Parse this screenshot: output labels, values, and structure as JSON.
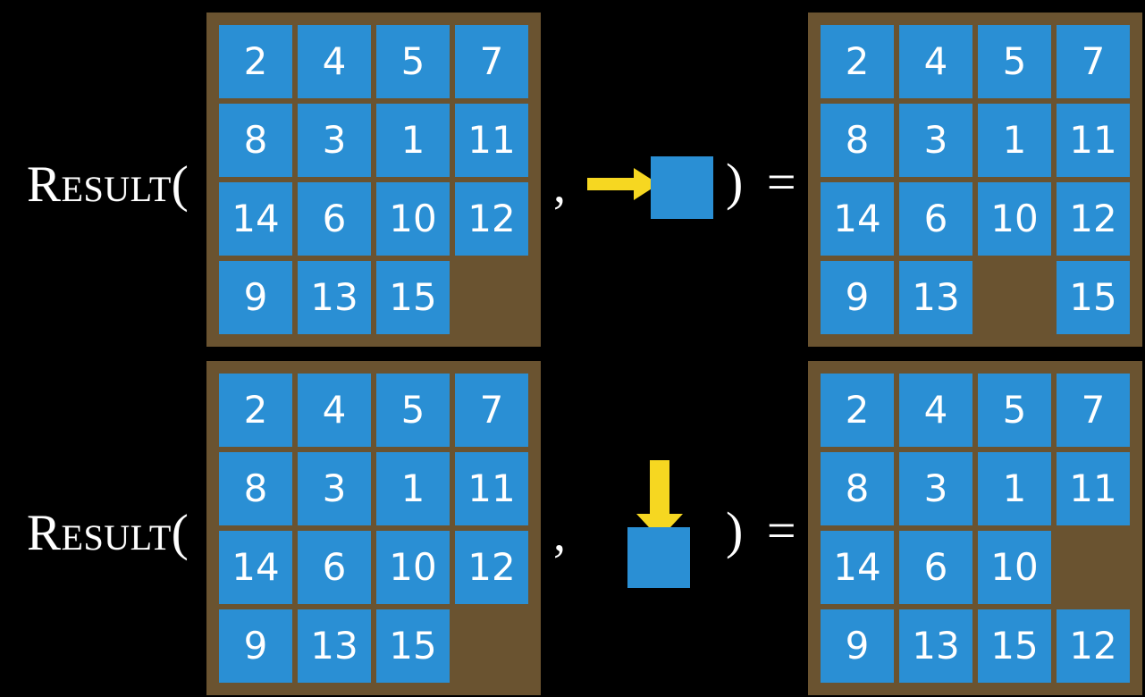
{
  "page": {
    "background_color": "#000000",
    "board_color": "#6A5330",
    "tile_color": "#2A8FD4",
    "tile_text_color": "#FFFFFF",
    "arrow_color": "#F6D721",
    "label_color": "#FFFFFF"
  },
  "rows": [
    {
      "id": "row-1",
      "function_label": "Result(",
      "separator": ",",
      "close_and_equals": ") =",
      "operand": {
        "type": "slide-right",
        "arrow_direction": "right",
        "arrow_icon": "arrow-right-icon",
        "square_label": ""
      },
      "input_board": {
        "name": "input-board-row-1",
        "rows": [
          [
            "2",
            "4",
            "5",
            "7"
          ],
          [
            "8",
            "3",
            "1",
            "11"
          ],
          [
            "14",
            "6",
            "10",
            "12"
          ],
          [
            "9",
            "13",
            "15",
            ""
          ]
        ]
      },
      "output_board": {
        "name": "output-board-row-1",
        "rows": [
          [
            "2",
            "4",
            "5",
            "7"
          ],
          [
            "8",
            "3",
            "1",
            "11"
          ],
          [
            "14",
            "6",
            "10",
            "12"
          ],
          [
            "9",
            "13",
            "",
            "15"
          ]
        ]
      }
    },
    {
      "id": "row-2",
      "function_label": "Result(",
      "separator": ",",
      "close_and_equals": ") =",
      "operand": {
        "type": "slide-down",
        "arrow_direction": "down",
        "arrow_icon": "arrow-down-icon",
        "square_label": ""
      },
      "input_board": {
        "name": "input-board-row-2",
        "rows": [
          [
            "2",
            "4",
            "5",
            "7"
          ],
          [
            "8",
            "3",
            "1",
            "11"
          ],
          [
            "14",
            "6",
            "10",
            "12"
          ],
          [
            "9",
            "13",
            "15",
            ""
          ]
        ]
      },
      "output_board": {
        "name": "output-board-row-2",
        "rows": [
          [
            "2",
            "4",
            "5",
            "7"
          ],
          [
            "8",
            "3",
            "1",
            "11"
          ],
          [
            "14",
            "6",
            "10",
            ""
          ],
          [
            "9",
            "13",
            "15",
            "12"
          ]
        ]
      }
    }
  ]
}
